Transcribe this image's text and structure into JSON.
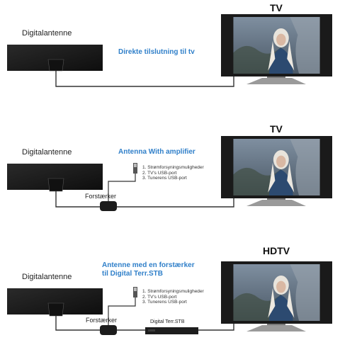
{
  "panel1": {
    "antenna_label": "Digitalantenne",
    "connection_label": "Direkte tilslutning til tv",
    "tv_title": "TV"
  },
  "panel2": {
    "antenna_label": "Digitalantenne",
    "connection_label": "Antenna With amplifier",
    "tv_title": "TV",
    "usb_options": [
      "1. Strømforsyningsmuligheder",
      "2. TV's USB-port",
      "3. Tunerens USB-port"
    ],
    "amplifier_label": "Forstærker"
  },
  "panel3": {
    "antenna_label": "Digitalantenne",
    "connection_label_line1": "Antenne med en forstærker",
    "connection_label_line2": "til Digital Terr.STB",
    "tv_title": "HDTV",
    "usb_options": [
      "1. Strømforsyningsmuligheder",
      "2. TV's USB-port",
      "3. Tunerens USB-port"
    ],
    "amplifier_label": "Forstærker",
    "stb_label": "Digital Terr.STB"
  },
  "colors": {
    "accent_blue": "#2f7fc9",
    "antenna": "#1a1a1a",
    "wire": "#333333"
  }
}
